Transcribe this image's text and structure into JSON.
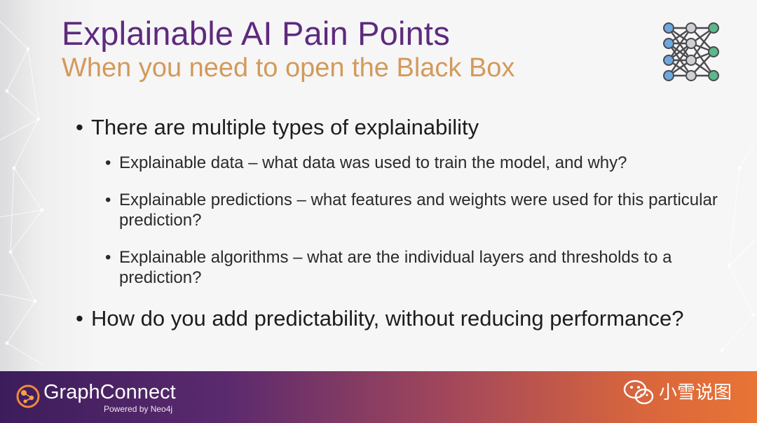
{
  "slide": {
    "title": "Explainable AI Pain Points",
    "subtitle": "When you need to open the Black Box",
    "icon": "neural-network-icon",
    "bullets": [
      {
        "text": "There are multiple types of explainability",
        "children": [
          {
            "text": "Explainable data – what data was used to train the model, and why?"
          },
          {
            "text": "Explainable predictions – what features and weights were used for this particular prediction?"
          },
          {
            "text": "Explainable algorithms – what are the individual layers and thresholds to a prediction?"
          }
        ]
      },
      {
        "text": "How do you add predictability, without reducing performance?"
      }
    ]
  },
  "footer": {
    "brand_part1": "Graph",
    "brand_part2": "Connect",
    "powered_by": "Powered by Neo4j",
    "watermark": "小雪说图",
    "watermark_icon": "wechat-icon"
  },
  "colors": {
    "title": "#5e2a7e",
    "subtitle": "#d39a5a",
    "footer_start": "#3c1d5c",
    "footer_end": "#e87435"
  }
}
